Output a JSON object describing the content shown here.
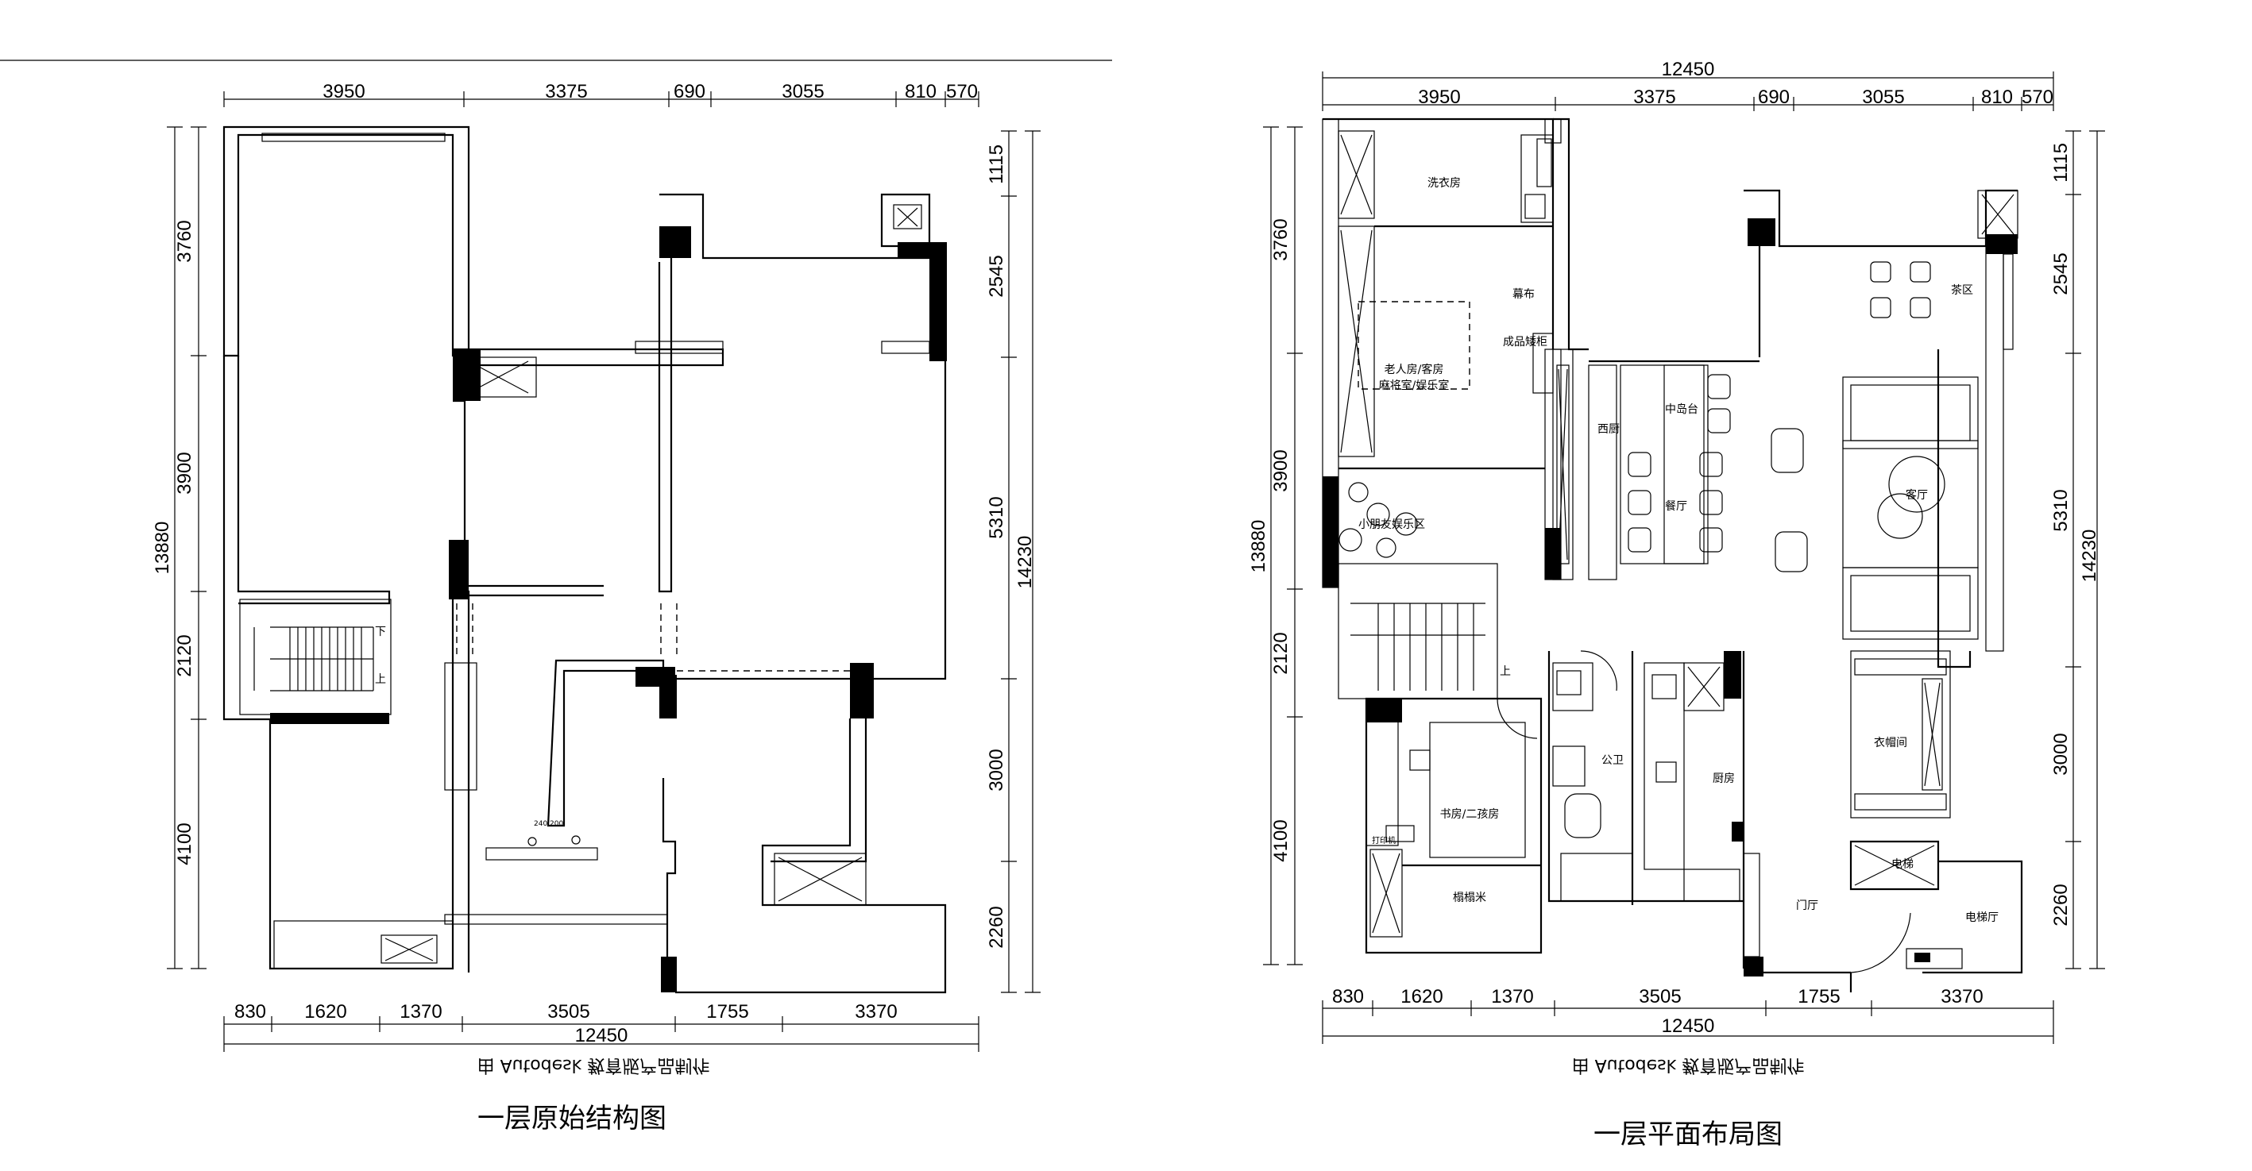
{
  "plans": [
    {
      "caption": "一层原始结构图",
      "top_dims": [
        "3950",
        "3375",
        "690",
        "3055",
        "810",
        "570"
      ],
      "bottom_dims": [
        "830",
        "1620",
        "1370",
        "3505",
        "1755",
        "3370"
      ],
      "bottom_total": "12450",
      "left_dims": [
        "3760",
        "3900",
        "2120",
        "4100"
      ],
      "left_total": "13880",
      "right_dims": [
        "1115",
        "2545",
        "5310",
        "3000",
        "2260"
      ],
      "right_total": "14230",
      "stair_labels": [
        "下",
        "上"
      ],
      "small_label": "240,200",
      "watermark": "由 Autodesk 教育版产品制作"
    },
    {
      "caption": "一层平面布局图",
      "top_total": "12450",
      "top_dims": [
        "3950",
        "3375",
        "690",
        "3055",
        "810",
        "570"
      ],
      "bottom_dims": [
        "830",
        "1620",
        "1370",
        "3505",
        "1755",
        "3370"
      ],
      "bottom_total": "12450",
      "left_dims": [
        "3760",
        "3900",
        "2120",
        "4100"
      ],
      "left_total": "13880",
      "right_dims": [
        "1115",
        "2545",
        "5310",
        "3000",
        "2260"
      ],
      "right_total": "14230",
      "rooms": {
        "laundry": "洗衣房",
        "curtain": "幕布",
        "cabinet": "成品矮柜",
        "elder1": "老人房/客房",
        "elder2": "麻将室/娱乐室",
        "kids": "小朋友娱乐区",
        "western_kitchen": "西厨",
        "island": "中岛台",
        "dining": "餐厅",
        "tea": "茶区",
        "living": "客厅",
        "cloak": "衣帽间",
        "bathroom": "公卫",
        "kitchen": "厨房",
        "study": "书房/二孩房",
        "tatami": "榻榻米",
        "foyer": "门厅",
        "elevator_hall": "电梯厅",
        "elevator": "电梯",
        "stair_up": "上",
        "printer": "打印机"
      },
      "watermark": "由 Autodesk 教育版产品制作"
    }
  ]
}
